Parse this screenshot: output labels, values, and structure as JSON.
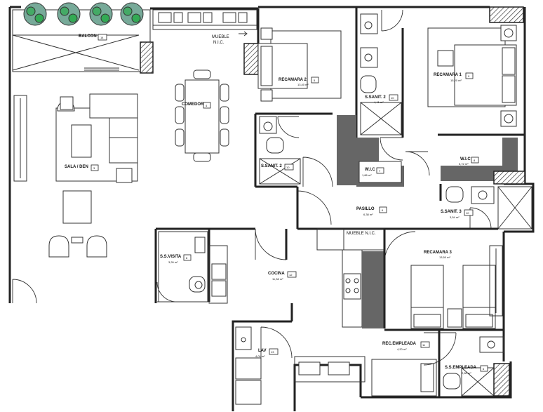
{
  "rooms": {
    "balcon": {
      "name": "BALCON",
      "num": "14"
    },
    "recamara2": {
      "name": "RECAMARA 2",
      "num": "5",
      "area": "13,40 m²"
    },
    "ssanit2": {
      "name": "S.SANIT. 2",
      "num": "10",
      "area": "4,41 m²"
    },
    "recamara1": {
      "name": "RECAMARA 1",
      "num": "9",
      "area": "15,20 m²"
    },
    "comedor": {
      "name": "COMEDOR",
      "num": "4"
    },
    "sala": {
      "name": "SALA / DEN",
      "num": "3"
    },
    "ssanit2b": {
      "name": "S.SANIT. 2",
      "num": "10"
    },
    "wic1": {
      "name": "W.I.C",
      "num": "7",
      "area": "1,86 m²"
    },
    "wic2": {
      "name": "W.I.C",
      "num": "8",
      "area": "5,72 m²"
    },
    "pasillo": {
      "name": "PASILLO",
      "num": "6",
      "area": "6,38 m²"
    },
    "ssanit3": {
      "name": "S.SANIT. 3",
      "num": "10",
      "area": "3,54 m²"
    },
    "ssvisita": {
      "name": "S.S.VISITA",
      "num": "8",
      "area": "3,26 m²"
    },
    "cocina": {
      "name": "COCINA",
      "num": "12",
      "area": "11,38 m²"
    },
    "recamara3": {
      "name": "RECAMARA 3",
      "area": "13,50 m²"
    },
    "lav": {
      "name": "LAV",
      "num": "13",
      "area": "4,01 m²"
    },
    "recempleada": {
      "name": "REC.EMPLEADA",
      "num": "11",
      "area": "4,20 m²"
    },
    "ssempleada": {
      "name": "S.S.EMPLEADA",
      "num": "6",
      "area": "2,60 m²"
    }
  },
  "labels": {
    "mueble_top_1": "MUEBLE",
    "mueble_top_2": "N.I.C.",
    "mueble_mid": "MUEBLE N.I.C."
  }
}
